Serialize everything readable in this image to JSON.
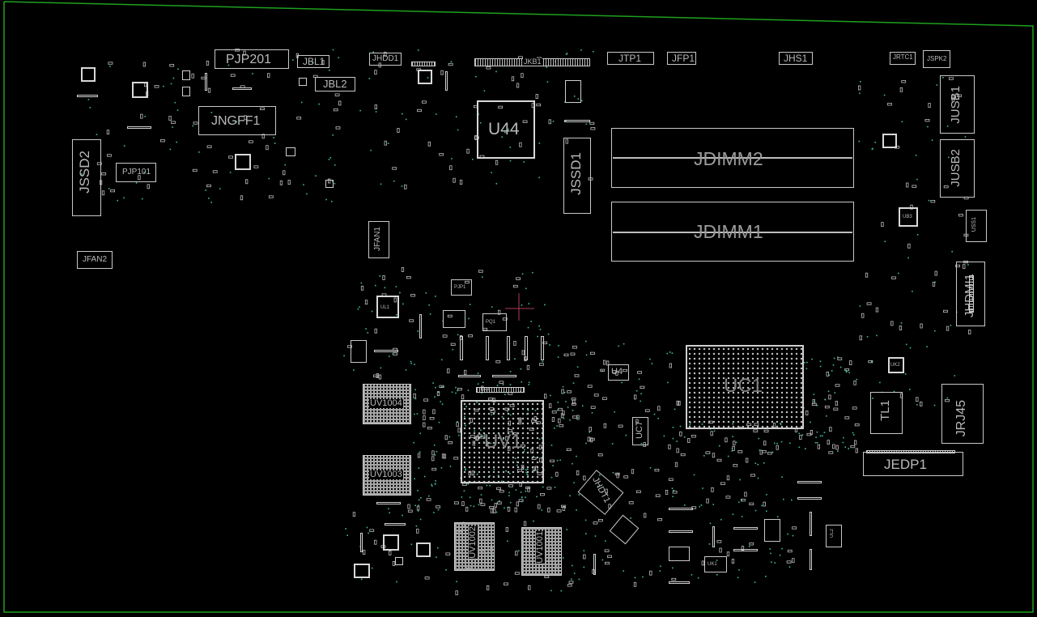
{
  "labels": {
    "pjp201": "PJP201",
    "jbl1": "JBL1",
    "jbl2": "JBL2",
    "jhdd1": "JHDD1",
    "jkb1": "JKB1",
    "jtp1": "JTP1",
    "jfp1": "JFP1",
    "jhs1": "JHS1",
    "jrtc1": "JRTC1",
    "jspk2": "JSPK2",
    "jngff1": "JNGFF1",
    "u44": "U44",
    "jdimm2": "JDIMM2",
    "jdimm1": "JDIMM1",
    "jssd1": "JSSD1",
    "jssd2": "JSSD2",
    "pjp101": "PJP101",
    "jfan2": "JFAN2",
    "jfan1": "JFAN1",
    "jusb1": "JUSB1",
    "jusb2": "JUSB2",
    "jhdmi1": "JHDMI1",
    "uc1": "UC1",
    "u4": "U4",
    "uv1": "UV1",
    "uv1004": "UV1004",
    "uv1003": "UV1003",
    "uv1002": "UV1002",
    "uv1001": "UV1001",
    "uc7": "UC7",
    "jhdt1": "JHDT1",
    "tl1": "TL1",
    "jrj45": "JRJ45",
    "jedp1": "JEDP1",
    "pjp1": "PJP1",
    "pq1": "PQ1",
    "uk1": "UK1",
    "ul1": "UL1",
    "ul2": "UL2",
    "ub3": "UB3",
    "uss1": "USS1",
    "uk2": "UK2"
  },
  "colors": {
    "background": "#000000",
    "outline": "#1fa01f",
    "silkscreen": "#c8c8c8",
    "label": "#b9b9b9",
    "via": "#3fb8a4",
    "cursor": "#b03a5a"
  }
}
